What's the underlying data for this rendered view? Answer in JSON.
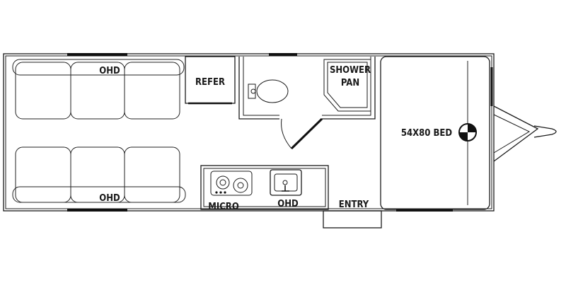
{
  "labels": {
    "ohd_top": "OHD",
    "refer": "REFER",
    "shower_line1": "SHOWER",
    "shower_line2": "PAN",
    "bed": "54X80 BED",
    "ohd_bottom_left": "OHD",
    "micro": "MICRO",
    "ohd_bottom_mid": "OHD",
    "entry": "ENTRY"
  },
  "colors": {
    "line": "#1a1a1a",
    "background": "#ffffff"
  }
}
